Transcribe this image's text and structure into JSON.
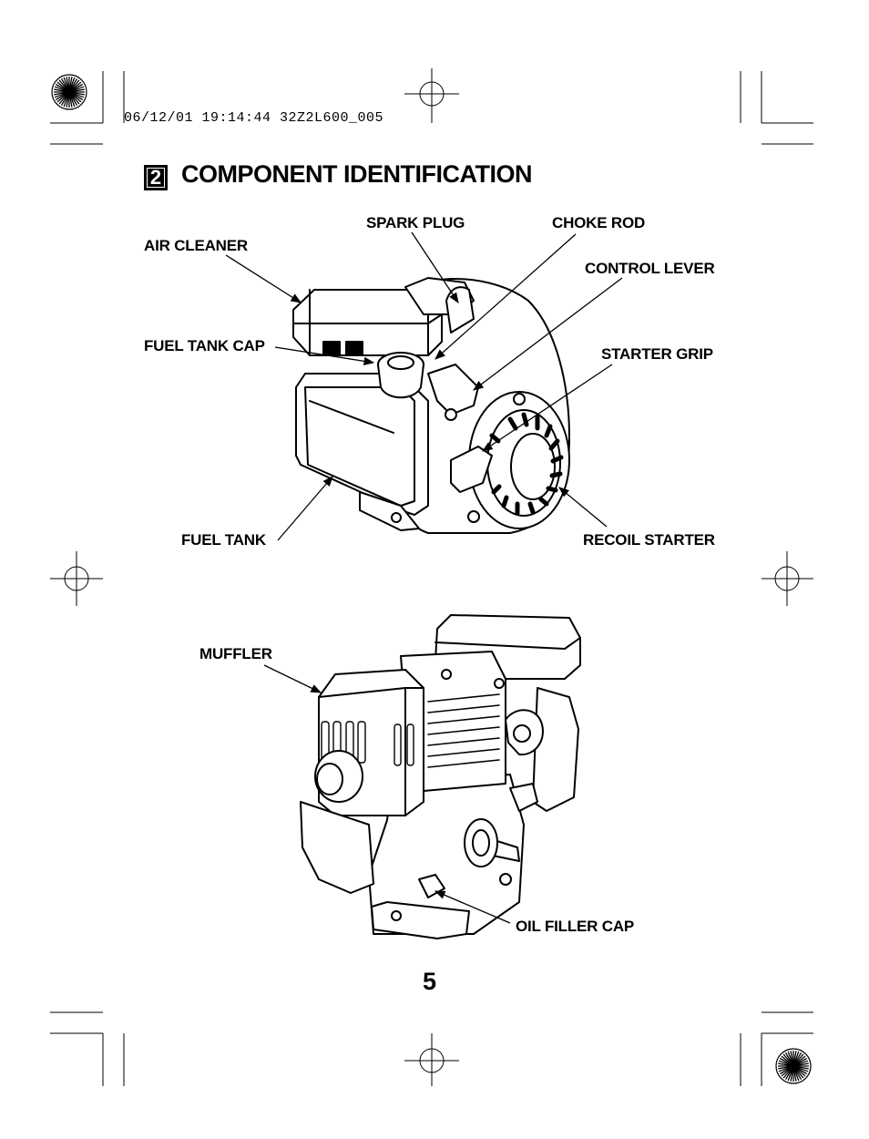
{
  "print_stamp": "06/12/01 19:14:44 32Z2L600_005",
  "section": {
    "number": "2",
    "title": "COMPONENT IDENTIFICATION"
  },
  "top_view_labels": {
    "spark_plug": "SPARK PLUG",
    "choke_rod": "CHOKE ROD",
    "air_cleaner": "AIR CLEANER",
    "control_lever": "CONTROL LEVER",
    "fuel_tank_cap": "FUEL TANK CAP",
    "starter_grip": "STARTER GRIP",
    "fuel_tank": "FUEL TANK",
    "recoil_starter": "RECOIL STARTER"
  },
  "bottom_view_labels": {
    "muffler": "MUFFLER",
    "oil_filler_cap": "OIL FILLER CAP"
  },
  "page_number": "5"
}
